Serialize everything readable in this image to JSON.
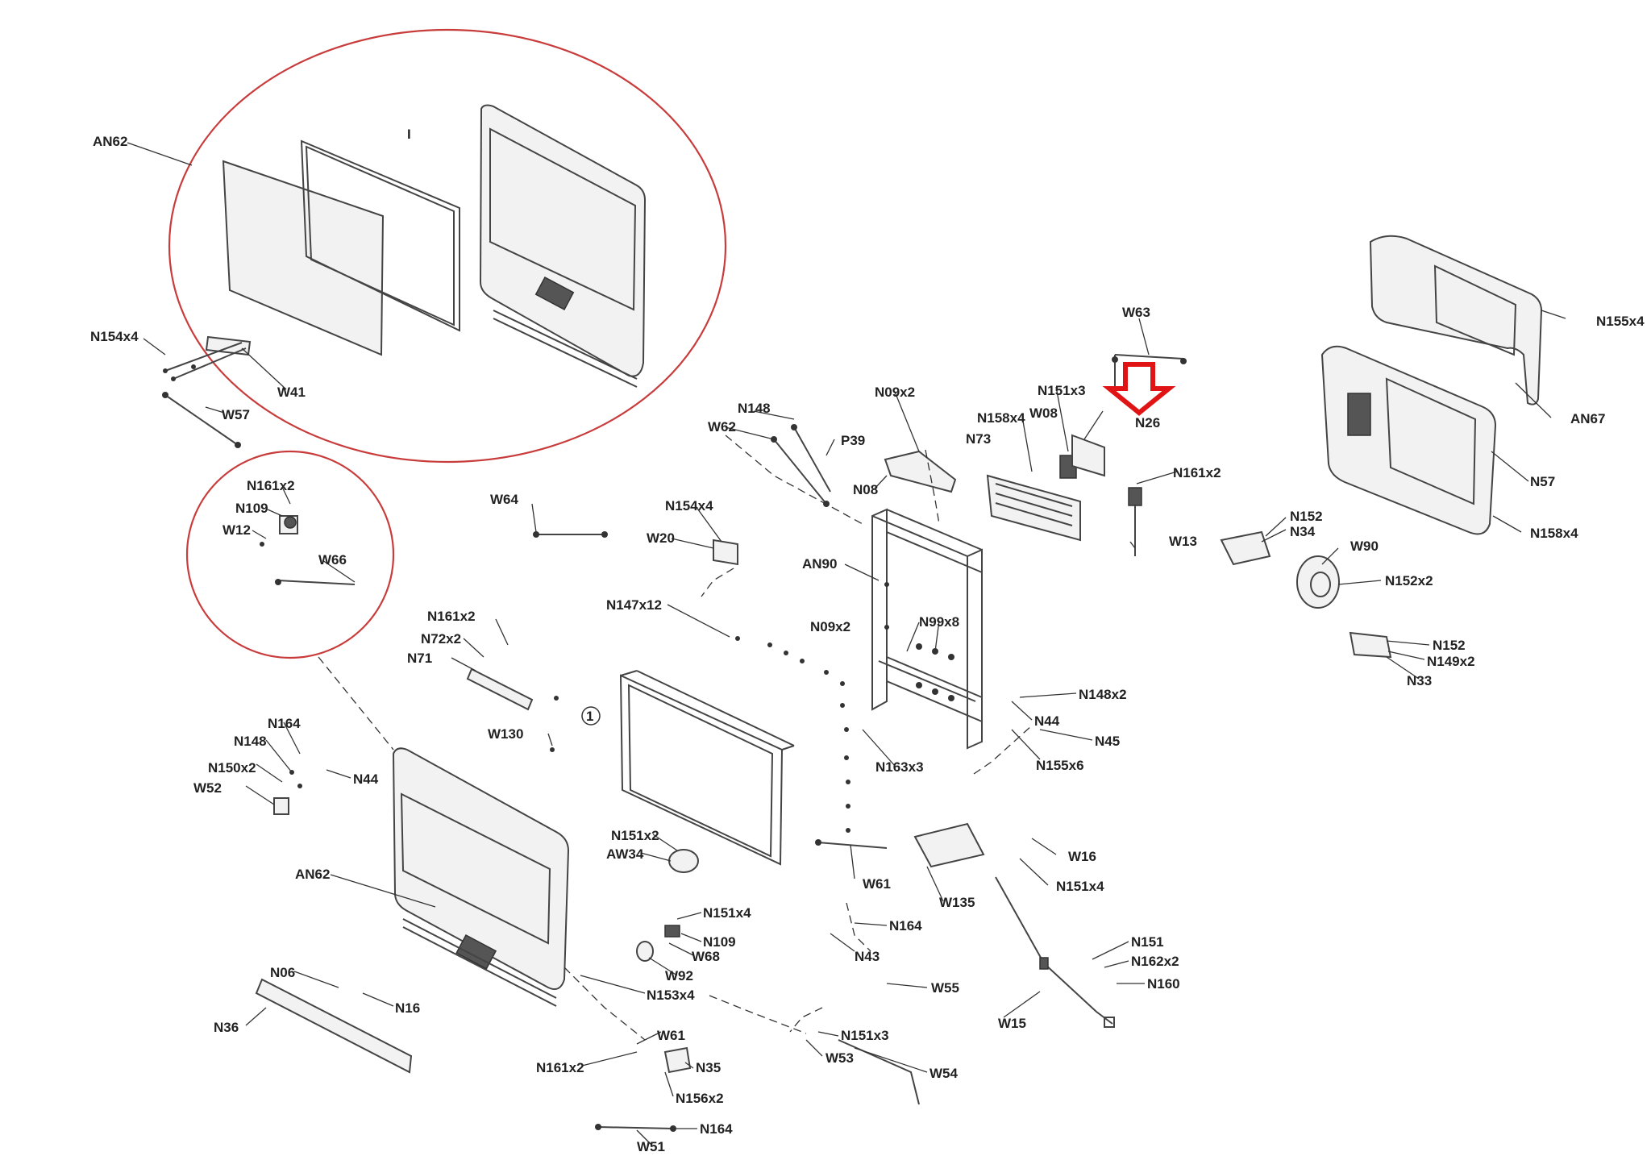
{
  "diagram": {
    "labels": {
      "AN62_top": "AN62",
      "I_mark": "I",
      "N154x4_a": "N154x4",
      "W41": "W41",
      "W57": "W57",
      "N161x2_a": "N161x2",
      "N109_a": "N109",
      "W12": "W12",
      "W66": "W66",
      "W63_top": "W63",
      "N09x2_a": "N09x2",
      "N151x3_a": "N151x3",
      "W08": "W08",
      "N158x4_a": "N158x4",
      "N26": "N26",
      "N73": "N73",
      "N161x2_b": "N161x2",
      "N148_a": "N148",
      "W62": "W62",
      "P39": "P39",
      "N08": "N08",
      "W64": "W64",
      "N154x4_b": "N154x4",
      "W20": "W20",
      "AN90": "AN90",
      "W13": "W13",
      "N155x4_a": "N155x4",
      "AN67": "AN67",
      "N57": "N57",
      "N158x4_b": "N158x4",
      "N152_a": "N152",
      "N34": "N34",
      "W90": "W90",
      "N152x2_a": "N152x2",
      "N152_b": "N152",
      "N149x2": "N149x2",
      "N33": "N33",
      "N147x12": "N147x12",
      "N161x2_c": "N161x2",
      "N72x2": "N72x2",
      "N71": "N71",
      "N09x2_b": "N09x2",
      "N99x8": "N99x8",
      "N148x2": "N148x2",
      "N44_a": "N44",
      "N45": "N45",
      "N155x6": "N155x6",
      "N163x3": "N163x3",
      "circle_1": "1",
      "W130": "W130",
      "N164_a": "N164",
      "N148_b": "N148",
      "N150x2": "N150x2",
      "N44_b": "N44",
      "W52": "W52",
      "N151x2_a": "N151x2",
      "AW34": "AW34",
      "AN62_bottom": "AN62",
      "W61_a": "W61",
      "W135": "W135",
      "W16": "W16",
      "N151x4_a": "N151x4",
      "N151x4_b": "N151x4",
      "N109_b": "N109",
      "W68": "W68",
      "W92": "W92",
      "N164_b": "N164",
      "N43": "N43",
      "N06": "N06",
      "N16": "N16",
      "N36": "N36",
      "N153x4": "N153x4",
      "W55": "W55",
      "N151_a": "N151",
      "N162x2": "N162x2",
      "N160": "N160",
      "W15": "W15",
      "W61_b": "W61",
      "N151x3_b": "N151x3",
      "W53": "W53",
      "N161x2_d": "N161x2",
      "N35": "N35",
      "N156x2": "N156x2",
      "W54": "W54",
      "N164_c": "N164",
      "W51": "W51"
    },
    "colors": {
      "highlight_circle": "#c83c3c",
      "indicator_arrow": "#e01414",
      "linework": "#444444"
    }
  }
}
